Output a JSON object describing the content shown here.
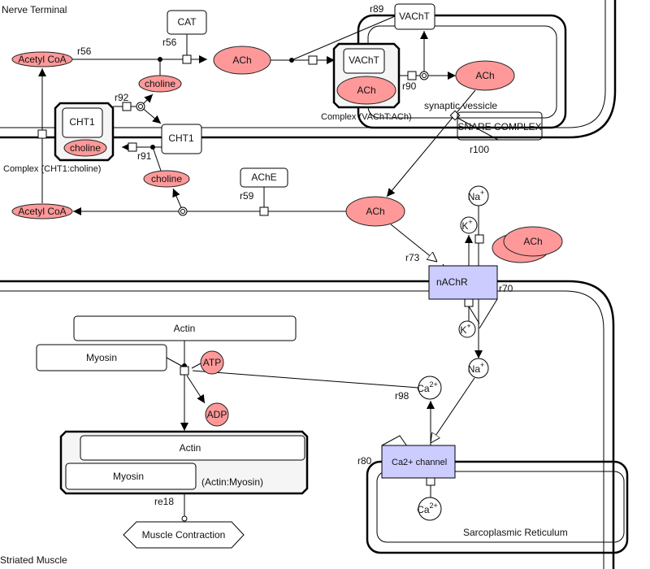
{
  "compartments": {
    "nerve_terminal": "Nerve Terminal",
    "synaptic_vesicle": "synaptic vessicle",
    "striated_muscle": "Striated Muscle",
    "sarcoplasmic_reticulum": "Sarcoplasmic Reticulum"
  },
  "species": {
    "cat": "CAT",
    "acetyl_coa_top": "Acetyl CoA",
    "acetyl_coa_bottom": "Acetyl CoA",
    "ach_1": "ACh",
    "ach_vesicle": "ACh",
    "ach_cleft": "ACh",
    "ach_bound": "ACh",
    "choline_1": "choline",
    "choline_2": "choline",
    "cht1_complex_label": "Complex (CHT1:choline)",
    "cht1_in_complex": "CHT1",
    "choline_in_complex": "choline",
    "cht1": "CHT1",
    "ache": "AChE",
    "vacht": "VAChT",
    "vacht_complex_label": "Complex (VAChT:ACh)",
    "vacht_in_complex": "VAChT",
    "ach_in_complex": "ACh",
    "snare": "SNARE COMPLEX",
    "nachr": "nAChR",
    "na_top": {
      "base": "Na",
      "sup": "+"
    },
    "k_top": {
      "base": "K",
      "sup": "+"
    },
    "k_bottom": {
      "base": "K",
      "sup": "+"
    },
    "na_bottom": {
      "base": "Na",
      "sup": "+"
    },
    "actin": "Actin",
    "myosin": "Myosin",
    "atp": "ATP",
    "adp": "ADP",
    "ca_cyto": {
      "base": "Ca",
      "sup": "2+"
    },
    "ca_sr": {
      "base": "Ca",
      "sup": "2+"
    },
    "actomyosin_label": "(Actin:Myosin)",
    "actin_in_complex": "Actin",
    "myosin_in_complex": "Myosin",
    "ca_channel": "Ca2+ channel",
    "muscle_contraction": "Muscle Contraction"
  },
  "reactions": {
    "r56a": "r56",
    "r56b": "r56",
    "r92": "r92",
    "r91": "r91",
    "r59": "r59",
    "r89": "r89",
    "r90": "r90",
    "r100": "r100",
    "r73": "r73",
    "r70": "r70",
    "r98": "r98",
    "r80": "r80",
    "re18": "re18"
  },
  "colors": {
    "molecule": "#ff9999",
    "channel": "#ccccff",
    "complex": "#f5f5f5"
  }
}
